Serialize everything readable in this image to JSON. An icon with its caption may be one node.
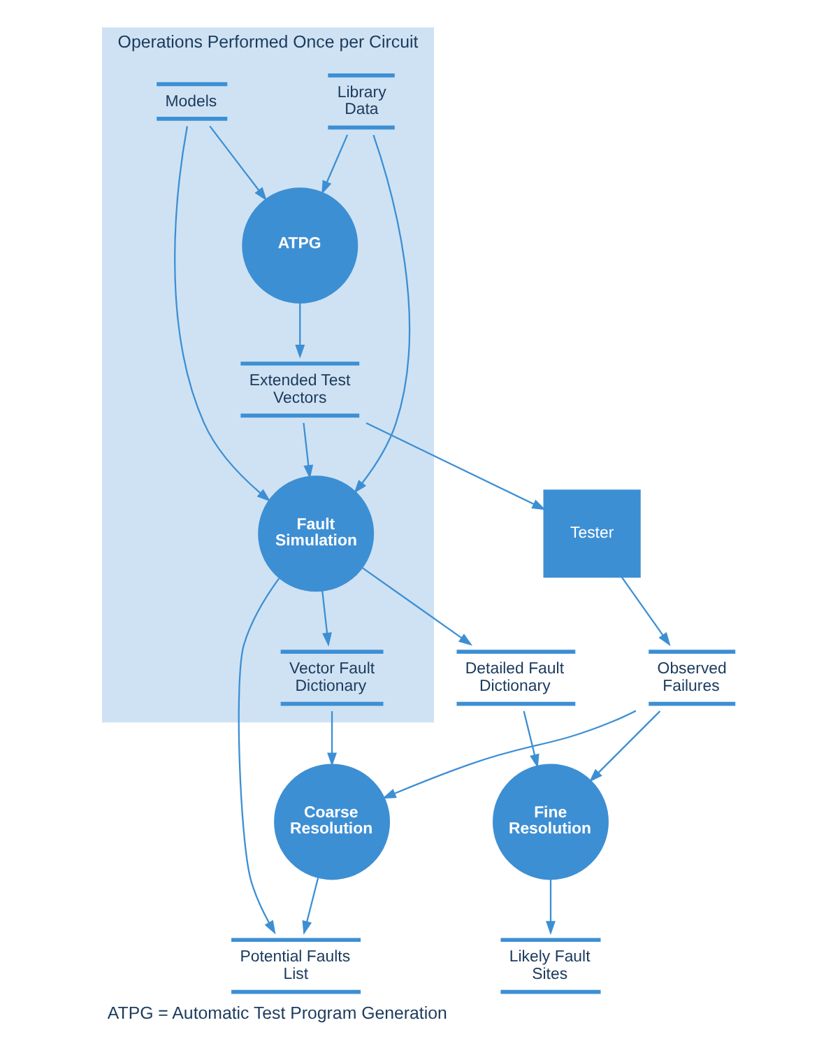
{
  "diagram": {
    "caption": "ATPG = Automatic Test Program Generation",
    "nodes": [
      {
        "text": [
          "Operations Performed Once per Circuit"
        ]
      },
      {
        "text": [
          "ATPG"
        ],
        "in": 0
      },
      {
        "text": [
          "Extended Test Vectors"
        ],
        "in": 0
      },
      {
        "text": [
          "Tester"
        ]
      },
      {
        "text": [
          "Library Data"
        ],
        "in": 0
      },
      {
        "text": [
          "Models"
        ],
        "in": 0
      },
      {
        "text": [
          "Fault Simulation"
        ],
        "in": 0
      },
      {
        "text": [
          "Vector Fault Dictionary"
        ],
        "in": 0
      },
      {
        "text": [
          "Observed Failures"
        ]
      },
      {
        "text": [
          "Coarse Resolution"
        ]
      },
      {
        "text": [
          "Detailed Fault Dictionary"
        ]
      },
      {
        "text": [
          "Potential Faults List"
        ]
      },
      {
        "text": [
          "Fine Resolution"
        ]
      },
      {
        "text": [
          "Likely Fault Sites"
        ]
      }
    ],
    "edges": [
      {
        "from": 4,
        "to": 1,
        "arrow": "to"
      },
      {
        "from": 5,
        "to": 1,
        "arrow": "to"
      },
      {
        "from": 1,
        "to": 2,
        "arrow": "to"
      },
      {
        "from": 2,
        "to": 3,
        "arrow": "to"
      },
      {
        "from": 2,
        "to": 6,
        "arrow": "to"
      },
      {
        "from": 4,
        "to": 6,
        "arrow": "to"
      },
      {
        "from": 5,
        "to": 6,
        "arrow": "to"
      },
      {
        "from": 3,
        "to": 8,
        "arrow": "to"
      },
      {
        "from": 8,
        "to": 9,
        "arrow": "to"
      },
      {
        "from": 8,
        "to": 12,
        "arrow": "to"
      },
      {
        "from": 6,
        "to": 7,
        "arrow": "to"
      },
      {
        "from": 7,
        "to": 9,
        "arrow": "to"
      },
      {
        "from": 6,
        "to": 10,
        "arrow": "to"
      },
      {
        "from": 6,
        "to": 11,
        "arrow": "to"
      },
      {
        "from": 9,
        "to": 11,
        "arrow": "to"
      },
      {
        "from": 10,
        "to": 12,
        "arrow": "to"
      },
      {
        "from": 12,
        "to": 13,
        "arrow": "to"
      }
    ]
  }
}
